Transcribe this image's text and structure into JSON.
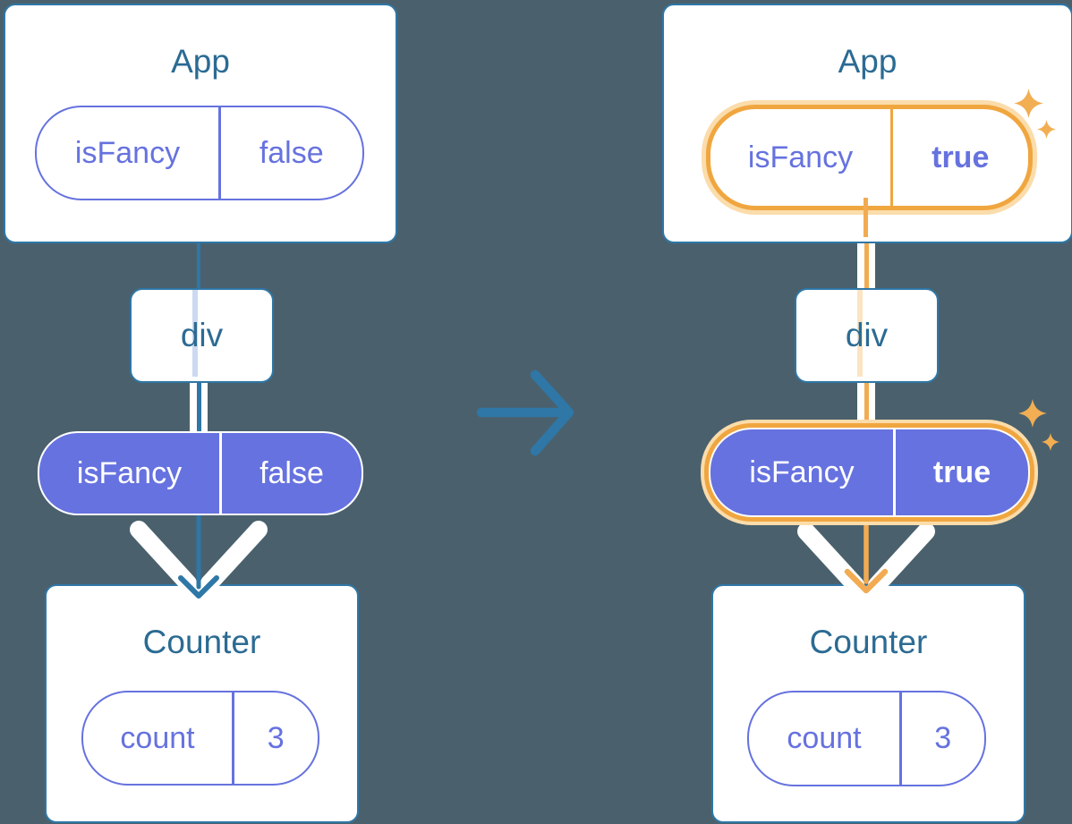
{
  "diagram": {
    "left": {
      "app": {
        "title": "App",
        "state": {
          "key": "isFancy",
          "value": "false"
        }
      },
      "div": {
        "label": "div"
      },
      "counter": {
        "title": "Counter",
        "state": {
          "key": "count",
          "value": "3"
        }
      }
    },
    "right": {
      "app": {
        "title": "App",
        "state": {
          "key": "isFancy",
          "value": "true"
        }
      },
      "div": {
        "label": "div"
      },
      "counter": {
        "title": "Counter",
        "state": {
          "key": "count",
          "value": "3"
        }
      }
    }
  },
  "colors": {
    "background": "#4a616d",
    "card_border_blue": "#2e77a7",
    "title_text": "#2b6b93",
    "purple": "#6672df",
    "state_flow_blue": "#2e77a7",
    "highlight_orange": "#f0a63f",
    "highlight_line_orange": "#f2ab52",
    "highlight_glow": "#fbdcab",
    "sparkle_orange": "#f2ae52",
    "pale_blue_inner_line": "#ccd9f1",
    "pale_orange_inner_line": "#fbe4c3",
    "prop_line_white": "#ffffff"
  },
  "icons": {
    "sparkle": "sparkle-icon",
    "transition": "arrow-right-icon",
    "prop_pass": "chevron-down-arrow-icon"
  }
}
